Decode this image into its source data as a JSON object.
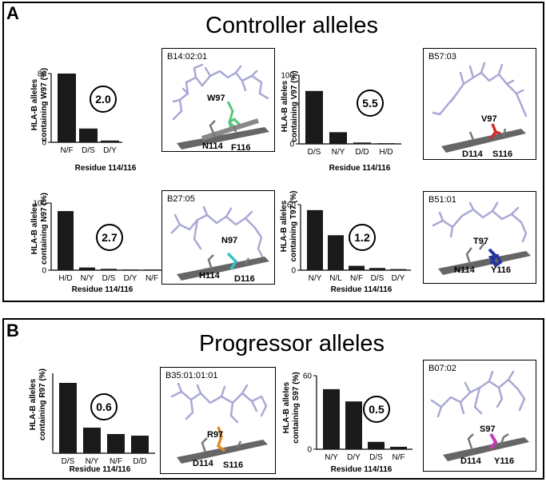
{
  "colors": {
    "bar": "#1a1a1a",
    "peptide": "#a9a9d6",
    "sheet": "#666666",
    "trp_green": "#55c97a",
    "val_red": "#d42a2a",
    "asn_cyan": "#35c2c8",
    "thr_blue": "#27349a",
    "arg_orange": "#e08a2a",
    "ser_magenta": "#c53ab8"
  },
  "panelA": {
    "letter": "A",
    "title": "Controller alleles",
    "charts": [
      {
        "id": "w97",
        "ylabel": [
          "HLA-B alleles",
          "containing W97 (%)"
        ],
        "yticks": [
          "0",
          "80"
        ],
        "xtitle": "Residue 114/116",
        "score": "2.0",
        "chart_data": {
          "type": "bar",
          "categories": [
            "N/F",
            "D/S",
            "D/Y"
          ],
          "values": [
            80,
            16,
            2
          ],
          "ylim": [
            0,
            80
          ]
        }
      },
      {
        "id": "v97",
        "ylabel": [
          "HLA-B alleles",
          "containing V97 (%)"
        ],
        "yticks": [
          "0",
          "100"
        ],
        "xtitle": "Residue 114/116",
        "score": "5.5",
        "chart_data": {
          "type": "bar",
          "categories": [
            "D/S",
            "N/Y",
            "D/D",
            "H/D"
          ],
          "values": [
            77,
            17,
            2,
            1
          ],
          "ylim": [
            0,
            100
          ]
        }
      },
      {
        "id": "n97",
        "ylabel": [
          "HLA-B alleles",
          "containing N97 (%)"
        ],
        "yticks": [
          "0",
          "100"
        ],
        "xtitle": "Residue 114/116",
        "score": "2.7",
        "chart_data": {
          "type": "bar",
          "categories": [
            "H/D",
            "N/Y",
            "D/S",
            "D/Y",
            "N/F"
          ],
          "values": [
            88,
            4,
            2,
            1,
            1
          ],
          "ylim": [
            0,
            100
          ]
        }
      },
      {
        "id": "t97",
        "ylabel": [
          "HLA-B alleles",
          "containing T97 (%)"
        ],
        "yticks": [
          "0",
          "60"
        ],
        "xtitle": "Residue 114/116",
        "score": "1.2",
        "chart_data": {
          "type": "bar",
          "categories": [
            "N/Y",
            "N/L",
            "N/F",
            "D/S",
            "D/Y"
          ],
          "values": [
            55,
            32,
            4,
            2,
            1
          ],
          "ylim": [
            0,
            60
          ]
        }
      }
    ],
    "structures": [
      {
        "allele": "B14:02:01",
        "r97": "W97",
        "r114": "N114",
        "r116": "F116"
      },
      {
        "allele": "B57:03",
        "r97": "V97",
        "r114": "D114",
        "r116": "S116"
      },
      {
        "allele": "B27:05",
        "r97": "N97",
        "r114": "H114",
        "r116": "D116"
      },
      {
        "allele": "B51:01",
        "r97": "T97",
        "r114": "N114",
        "r116": "Y116"
      }
    ]
  },
  "panelB": {
    "letter": "B",
    "title": "Progressor alleles",
    "charts": [
      {
        "id": "r97",
        "ylabel": [
          "HLA-B alleles",
          "containing R97 (%)"
        ],
        "yticks": [],
        "xtitle": "Residue 114/116",
        "score": "0.6",
        "chart_data": {
          "type": "bar",
          "categories": [
            "D/S",
            "N/Y",
            "N/F",
            "D/D"
          ],
          "values": [
            44,
            16,
            12,
            11
          ],
          "ylim": [
            0,
            50
          ]
        }
      },
      {
        "id": "s97",
        "ylabel": [
          "HLA-B alleles",
          "containing S97 (%)"
        ],
        "yticks": [
          "0",
          "60"
        ],
        "xtitle": "Residue 114/116",
        "score": "0.5",
        "chart_data": {
          "type": "bar",
          "categories": [
            "N/Y",
            "D/Y",
            "D/S",
            "N/F"
          ],
          "values": [
            49,
            39,
            6,
            2
          ],
          "ylim": [
            0,
            60
          ]
        }
      }
    ],
    "structures": [
      {
        "allele": "B35:01:01:01",
        "r97": "R97",
        "r114": "D114",
        "r116": "S116"
      },
      {
        "allele": "B07:02",
        "r97": "S97",
        "r114": "D114",
        "r116": "Y116"
      }
    ]
  }
}
